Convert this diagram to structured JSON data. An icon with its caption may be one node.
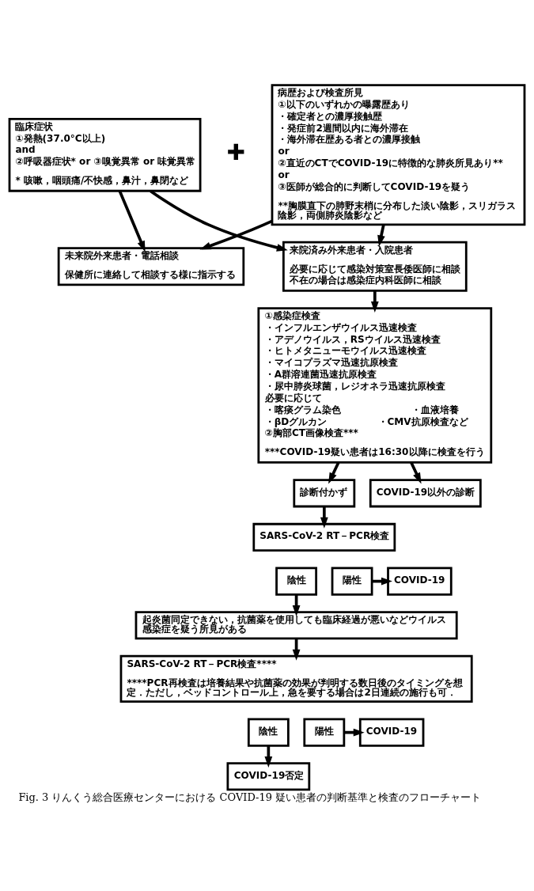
{
  "diagram": {
    "caption": "Fig. 3 りんくう総合医療センターにおける COVID-19 疑い患者の判断基準と検査のフローチャート",
    "nodes": [
      {
        "text": [
          "臨床症状",
          "①発熱(37.0°C以上)",
          "and",
          "②呼吸器症状* or ③嗅覚異常 or 味覚異常",
          "* 咳嗽，咽頭痛/不快感，鼻汁，鼻閉など"
        ]
      },
      {
        "text": [
          "病歴および検査所見",
          "①以下のいずれかの曝露歴あり",
          "・確定者との濃厚接触歴",
          "・発症前2週間以内に海外滞在",
          "・海外滞在歴ある者との濃厚接触",
          "or",
          "②直近のCTでCOVID-19に特徴的な肺炎所見あり**",
          "or",
          "③医師が総合的に判断してCOVID-19を疑う",
          "**胸膜直下の肺野末梢に分布した淡い陰影，スリガラス陰影，両側肺炎陰影など"
        ]
      },
      {
        "text": [
          "未来院外来患者・電話相談",
          "保健所に連絡して相談する様に指示する"
        ]
      },
      {
        "text": [
          "来院済み外来患者・入院患者",
          "必要に応じて感染対策室長倭医師に相談",
          "不在の場合は感染症内科医師に相談"
        ]
      },
      {
        "text": [
          "①感染症検査",
          "・インフルエンザウイルス迅速検査",
          "・アデノウイルス，RSウイルス迅速検査",
          "・ヒトメタニューモウイルス迅速検査",
          "・マイコプラズマ迅速抗原検査",
          "・A群溶連菌迅速抗原検査",
          "・尿中肺炎球菌，レジオネラ迅速抗原検査",
          "必要に応じて",
          "・喀痰グラム染色",
          "・血液培養",
          "・βDグルカン",
          "・CMV抗原検査など",
          "②胸部CT画像検査***",
          "***COVID-19疑い患者は16:30以降に検査を行う"
        ]
      },
      {
        "text": [
          "診断付かず"
        ]
      },
      {
        "text": [
          "COVID-19以外の診断"
        ]
      },
      {
        "text": [
          "SARS-CoV-2 RT－PCR検査"
        ]
      },
      {
        "text": [
          "陰性"
        ]
      },
      {
        "text": [
          "陽性"
        ]
      },
      {
        "text": [
          "COVID-19"
        ]
      },
      {
        "text": [
          "起炎菌同定できない，抗菌薬を使用しても臨床経過が悪いなどウイルス感染症を疑う所見がある"
        ]
      },
      {
        "text": [
          "SARS-CoV-2 RT－PCR検査****",
          "****PCR再検査は培養結果や抗菌薬の効果が判明する数日後のタイミングを想定．ただし，ベッドコントロール上，急を要する場合は2日連続の施行も可．"
        ]
      },
      {
        "text": [
          "陰性"
        ]
      },
      {
        "text": [
          "陽性"
        ]
      },
      {
        "text": [
          "COVID-19"
        ]
      },
      {
        "text": [
          "COVID-19否定"
        ]
      }
    ],
    "edges": [
      {
        "from": 0,
        "to": 2,
        "arrow": "to"
      },
      {
        "from": 0,
        "to": 3,
        "arrow": "to"
      },
      {
        "from": 1,
        "to": 2,
        "arrow": "to"
      },
      {
        "from": 1,
        "to": 3,
        "arrow": "to"
      },
      {
        "from": 3,
        "to": 4,
        "arrow": "to"
      },
      {
        "from": 4,
        "to": 5,
        "arrow": "to"
      },
      {
        "from": 4,
        "to": 6,
        "arrow": "to"
      },
      {
        "from": 5,
        "to": 7,
        "arrow": "to"
      },
      {
        "from": 9,
        "to": 10,
        "arrow": "to"
      },
      {
        "from": 8,
        "to": 11,
        "arrow": "to"
      },
      {
        "from": 11,
        "to": 12,
        "arrow": "to"
      },
      {
        "from": 14,
        "to": 15,
        "arrow": "to"
      },
      {
        "from": 13,
        "to": 16,
        "arrow": "to"
      }
    ],
    "labels": [
      "✚"
    ]
  }
}
